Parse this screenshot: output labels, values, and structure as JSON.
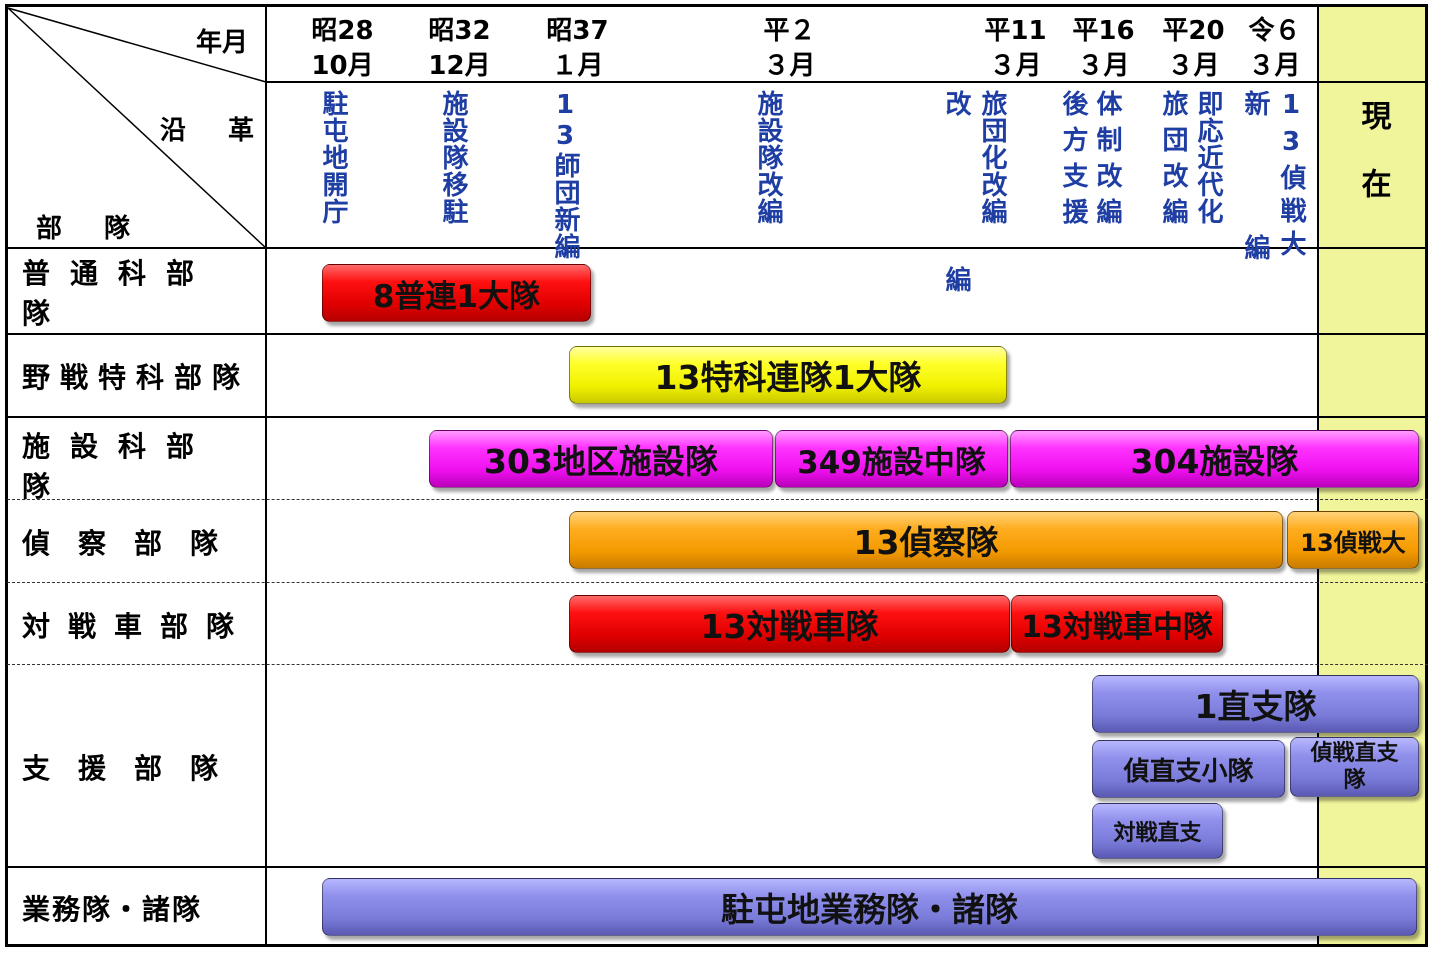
{
  "header": {
    "corner_top": "年月",
    "corner_mid": "沿　革",
    "corner_bottom": "部　隊",
    "now_label": "現在"
  },
  "dates": [
    {
      "era": "昭28",
      "month": "10月"
    },
    {
      "era": "昭32",
      "month": "12月"
    },
    {
      "era": "昭37",
      "month": "１月"
    },
    {
      "era": "平２",
      "month": "３月"
    },
    {
      "era": "平11",
      "month": "３月"
    },
    {
      "era": "平16",
      "month": "３月"
    },
    {
      "era": "平20",
      "month": "３月"
    },
    {
      "era": "令６",
      "month": "３月"
    }
  ],
  "history_notes": [
    {
      "col1": "駐屯地開庁"
    },
    {
      "col1": "施設隊移駐"
    },
    {
      "col1": "13師団新編"
    },
    {
      "col1": "施設隊改編"
    },
    {
      "col1": "旅団化改編",
      "col2": "改　編"
    },
    {
      "col1": "体制改編",
      "col2": "後方支援"
    },
    {
      "col1": "即応近代化",
      "col2": "旅団改編"
    },
    {
      "col1": "13偵戦大",
      "col2": "新　編"
    }
  ],
  "rows": [
    {
      "label": "普通科部隊"
    },
    {
      "label": "野戦特科部隊"
    },
    {
      "label": "施設科部隊"
    },
    {
      "label": "偵　察　部　隊"
    },
    {
      "label": "対戦車部隊"
    },
    {
      "label": "支　援　部　隊"
    },
    {
      "label": "業務隊・諸隊"
    }
  ],
  "bars": {
    "inf_1": "8普連1大隊",
    "art_1": "13特科連隊1大隊",
    "eng_1": "303地区施設隊",
    "eng_2": "349施設中隊",
    "eng_3": "304施設隊",
    "rec_1": "13偵察隊",
    "rec_2": "13偵戦大",
    "at_1": "13対戦車隊",
    "at_2": "13対戦車中隊",
    "sup_1": "1直支隊",
    "sup_2": "偵直支小隊",
    "sup_3": "偵戦直支隊",
    "sup_4": "対戦直支",
    "svc_1": "駐屯地業務隊・諸隊"
  },
  "colors": {
    "red": "#ff1010",
    "yellow": "#ffff2a",
    "magenta": "#ff33ff",
    "orange": "#ffad20",
    "violet": "#9090ec",
    "now_column": "#f0f49a",
    "note_text": "#1f3ea3"
  }
}
